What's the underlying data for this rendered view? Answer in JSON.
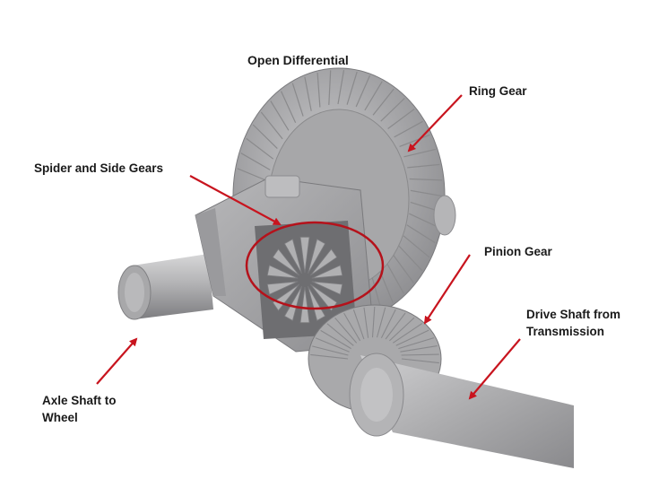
{
  "title": "Open Differential",
  "labels": {
    "ring_gear": "Ring Gear",
    "spider_side_gears": "Spider and Side Gears",
    "pinion_gear": "Pinion Gear",
    "drive_shaft_line1": "Drive Shaft from",
    "drive_shaft_line2": "Transmission",
    "axle_shaft_line1": "Axle Shaft to",
    "axle_shaft_line2": "Wheel"
  },
  "colors": {
    "arrow": "#c8141e",
    "highlight_circle": "#b5121b",
    "metal": "#a9a9ab",
    "text": "#1a1a1a"
  }
}
